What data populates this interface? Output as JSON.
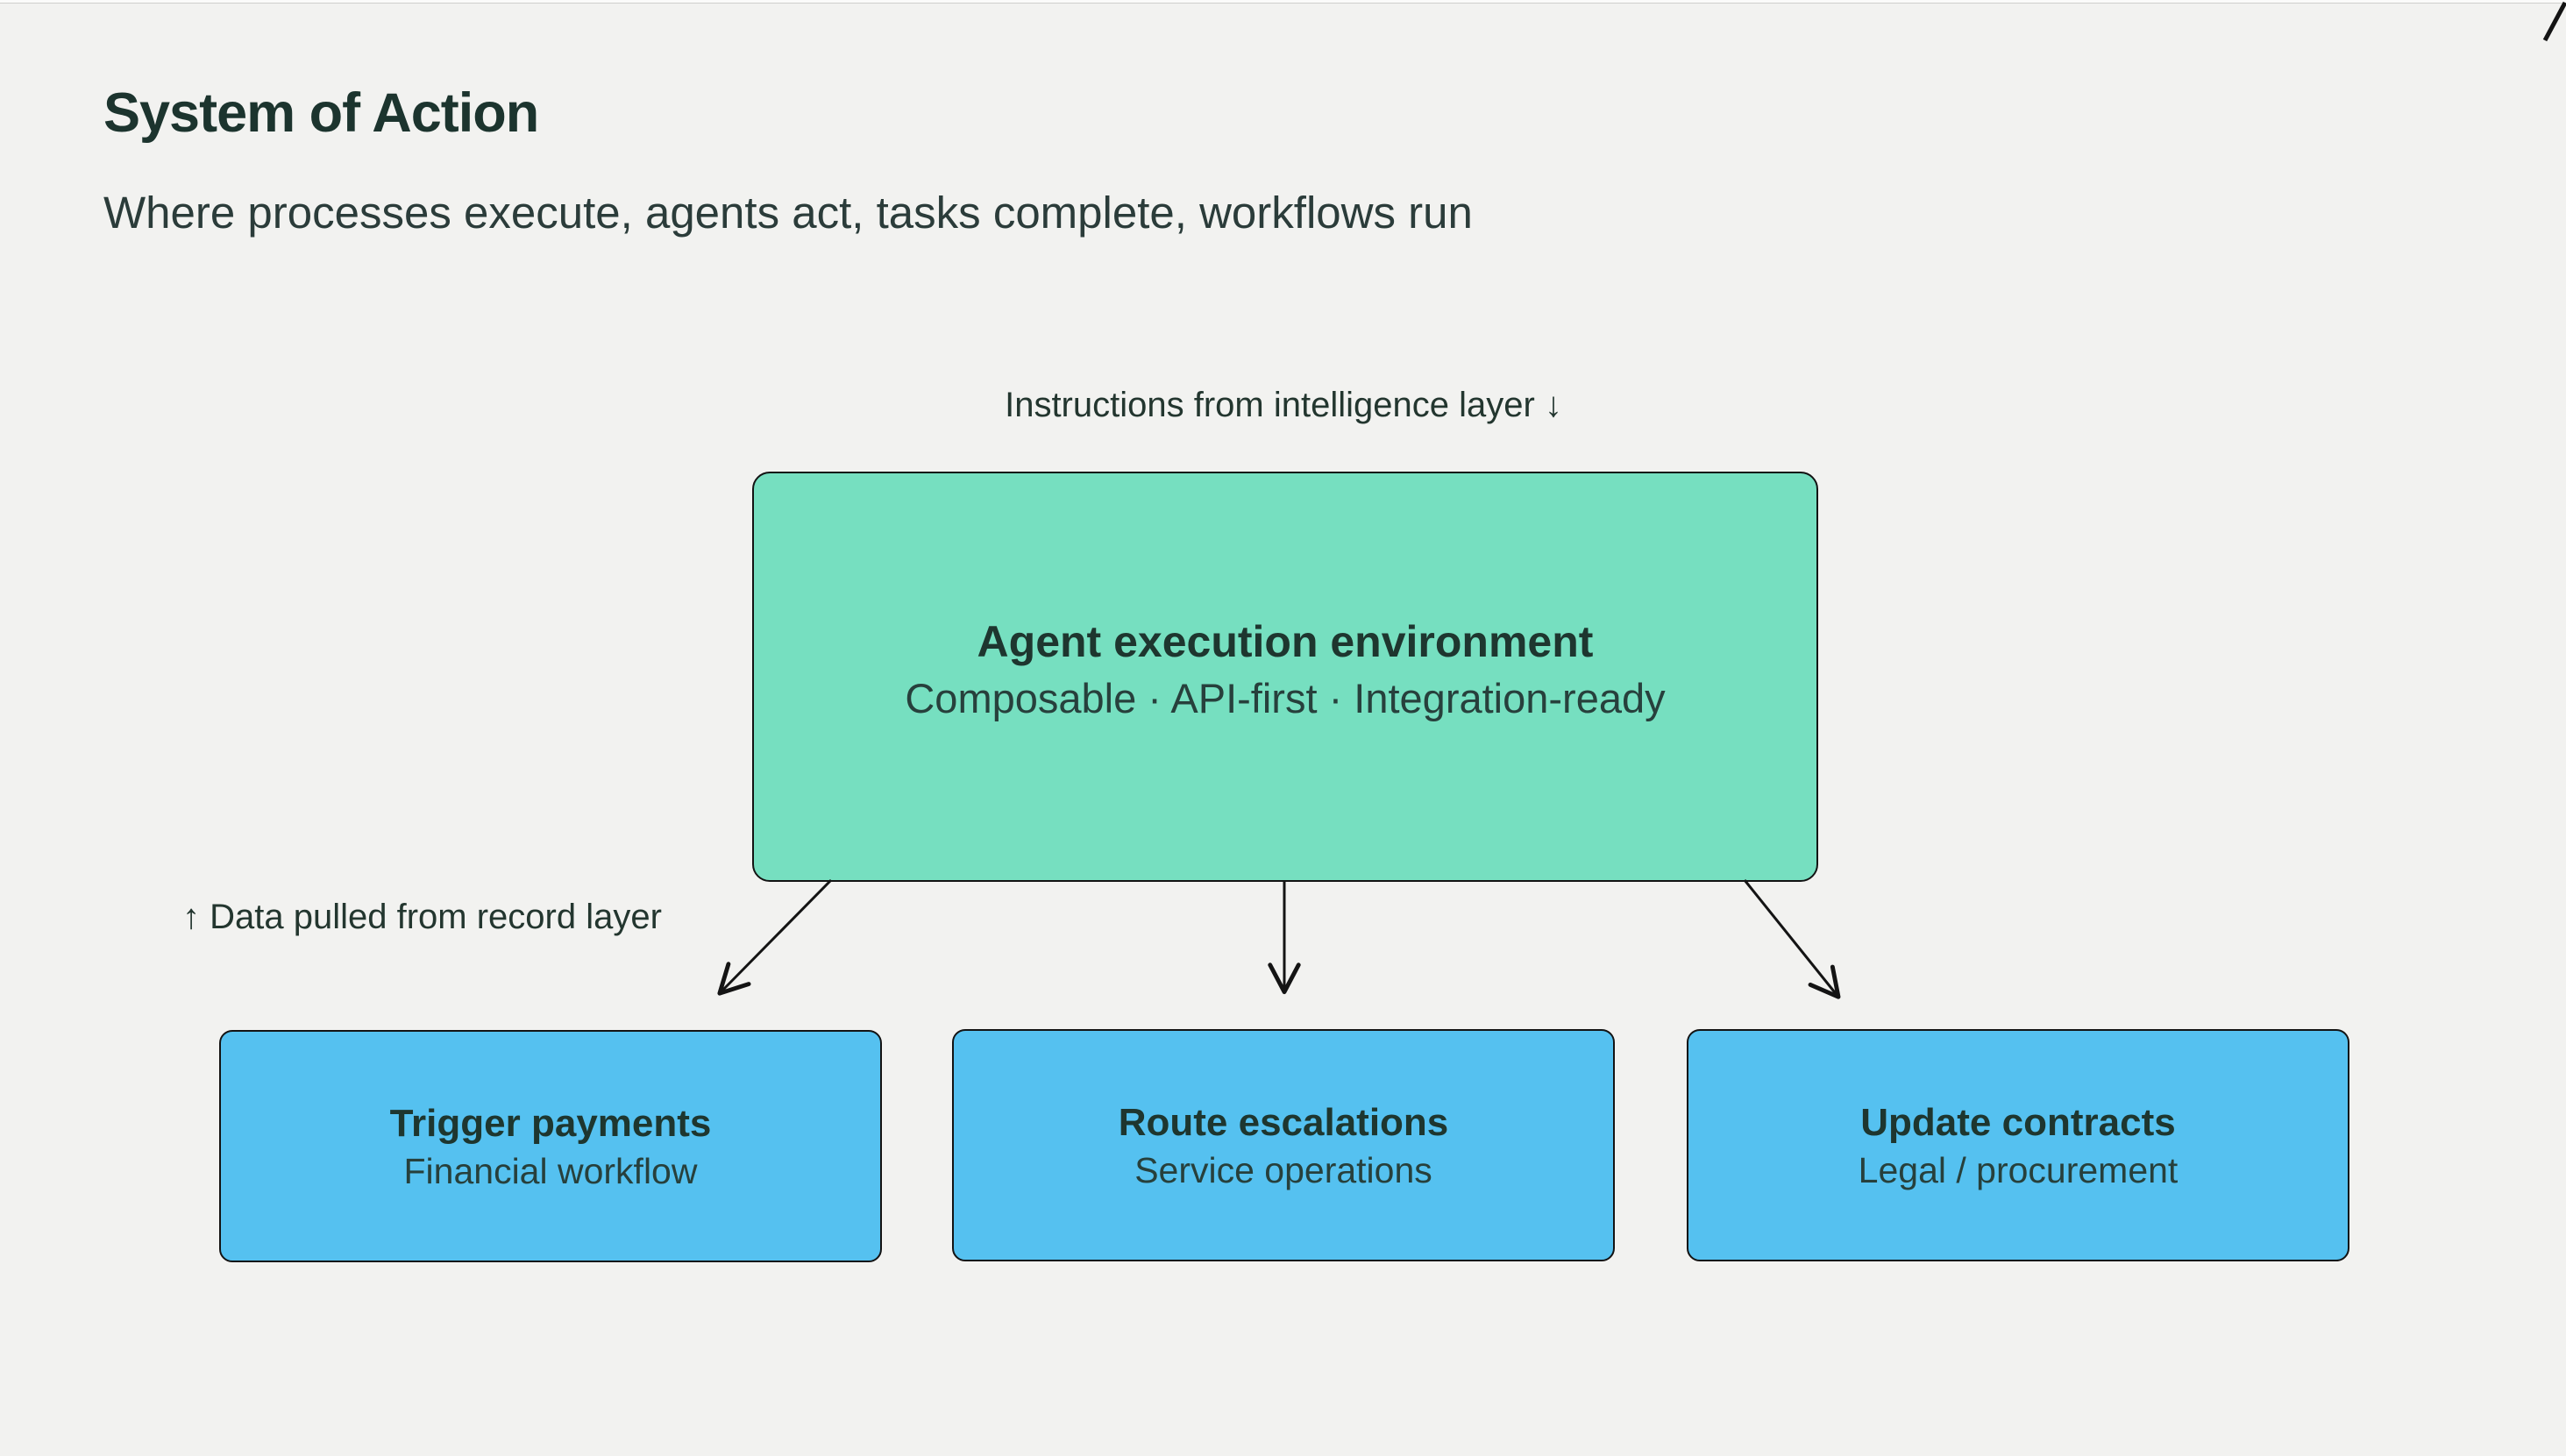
{
  "page": {
    "title": "System of Action",
    "subtitle": "Where processes execute, agents act, tasks complete, workflows run"
  },
  "diagram": {
    "top_label": "Instructions from intelligence layer ↓",
    "side_label": "↑ Data pulled from record layer",
    "main_node": {
      "title": "Agent execution environment",
      "subtitle": "Composable · API-first · Integration-ready"
    },
    "child_nodes": [
      {
        "title": "Trigger payments",
        "subtitle": "Financial workflow"
      },
      {
        "title": "Route escalations",
        "subtitle": "Service operations"
      },
      {
        "title": "Update contracts",
        "subtitle": "Legal / procurement"
      }
    ],
    "icons": {
      "down_arrow": "down-arrow-icon",
      "up_arrow": "up-arrow-icon"
    },
    "colors": {
      "background": "#f2f2f0",
      "main_node_fill": "#76dfc0",
      "child_node_fill": "#55c1f0",
      "node_border": "#131313",
      "heading_text": "#1c342e",
      "body_text": "#2b3c3a",
      "arrow_stroke": "#141414"
    }
  }
}
